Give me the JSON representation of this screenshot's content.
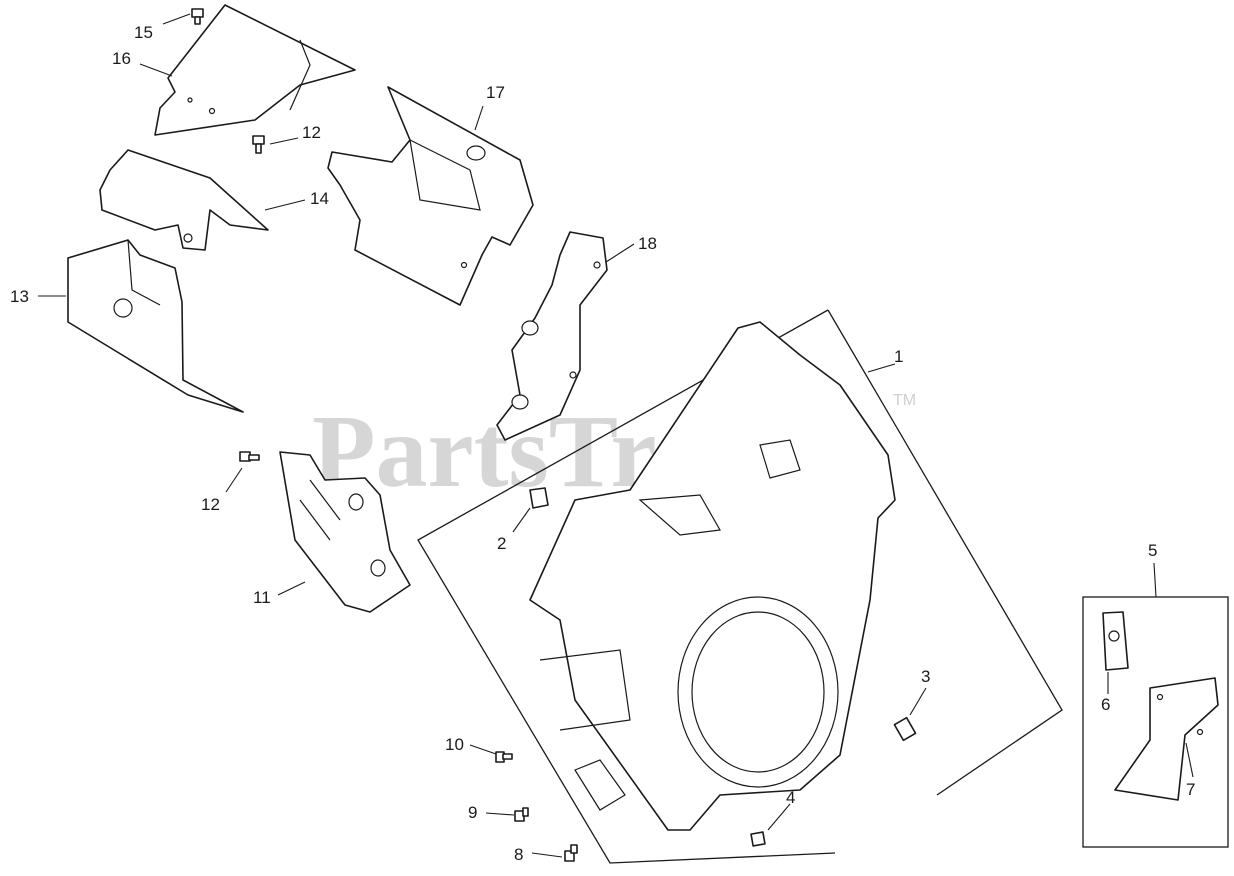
{
  "watermark": {
    "text": "PartsTree",
    "trademark": "TM"
  },
  "callouts": {
    "c1": "1",
    "c2": "2",
    "c3": "3",
    "c4": "4",
    "c5": "5",
    "c6": "6",
    "c7": "7",
    "c8": "8",
    "c9": "9",
    "c10": "10",
    "c11": "11",
    "c12a": "12",
    "c12b": "12",
    "c13": "13",
    "c14": "14",
    "c15": "15",
    "c16": "16",
    "c17": "17",
    "c18": "18"
  }
}
